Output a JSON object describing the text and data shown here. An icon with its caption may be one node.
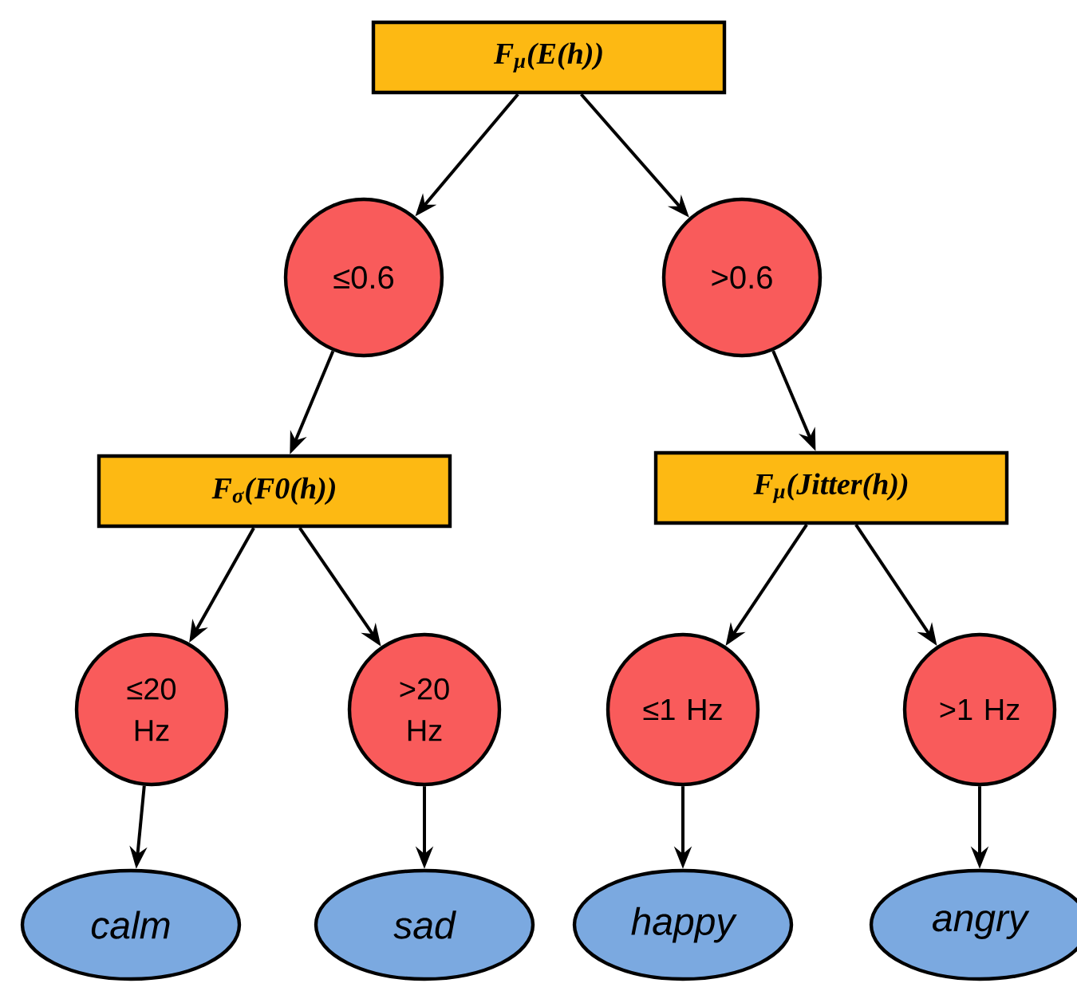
{
  "diagram": {
    "nodes": [
      {
        "text": [
          "F$_{μ}$(E(h))"
        ]
      },
      {
        "text": [
          "≤0.6"
        ]
      },
      {
        "text": [
          ">0.6"
        ]
      },
      {
        "text": [
          "F$_{σ}$(F0(h))"
        ]
      },
      {
        "text": [
          "F$_{μ}$(Jitter(h))"
        ]
      },
      {
        "text": [
          "≤20 Hz"
        ]
      },
      {
        "text": [
          ">20 Hz"
        ]
      },
      {
        "text": [
          "≤1 Hz"
        ]
      },
      {
        "text": [
          ">1 Hz"
        ]
      },
      {
        "text": [
          "calm"
        ]
      },
      {
        "text": [
          "sad"
        ]
      },
      {
        "text": [
          "happy"
        ]
      },
      {
        "text": [
          "angry"
        ]
      }
    ],
    "edges": [
      {
        "from": 0,
        "to": 1,
        "arrow": "to"
      },
      {
        "from": 0,
        "to": 2,
        "arrow": "to"
      },
      {
        "from": 1,
        "to": 3,
        "arrow": "to"
      },
      {
        "from": 2,
        "to": 4,
        "arrow": "to"
      },
      {
        "from": 3,
        "to": 5,
        "arrow": "to"
      },
      {
        "from": 3,
        "to": 6,
        "arrow": "to"
      },
      {
        "from": 4,
        "to": 7,
        "arrow": "to"
      },
      {
        "from": 4,
        "to": 8,
        "arrow": "to"
      },
      {
        "from": 5,
        "to": 9,
        "arrow": "to"
      },
      {
        "from": 6,
        "to": 10,
        "arrow": "to"
      },
      {
        "from": 7,
        "to": 11,
        "arrow": "to"
      },
      {
        "from": 8,
        "to": 12,
        "arrow": "to"
      }
    ]
  }
}
